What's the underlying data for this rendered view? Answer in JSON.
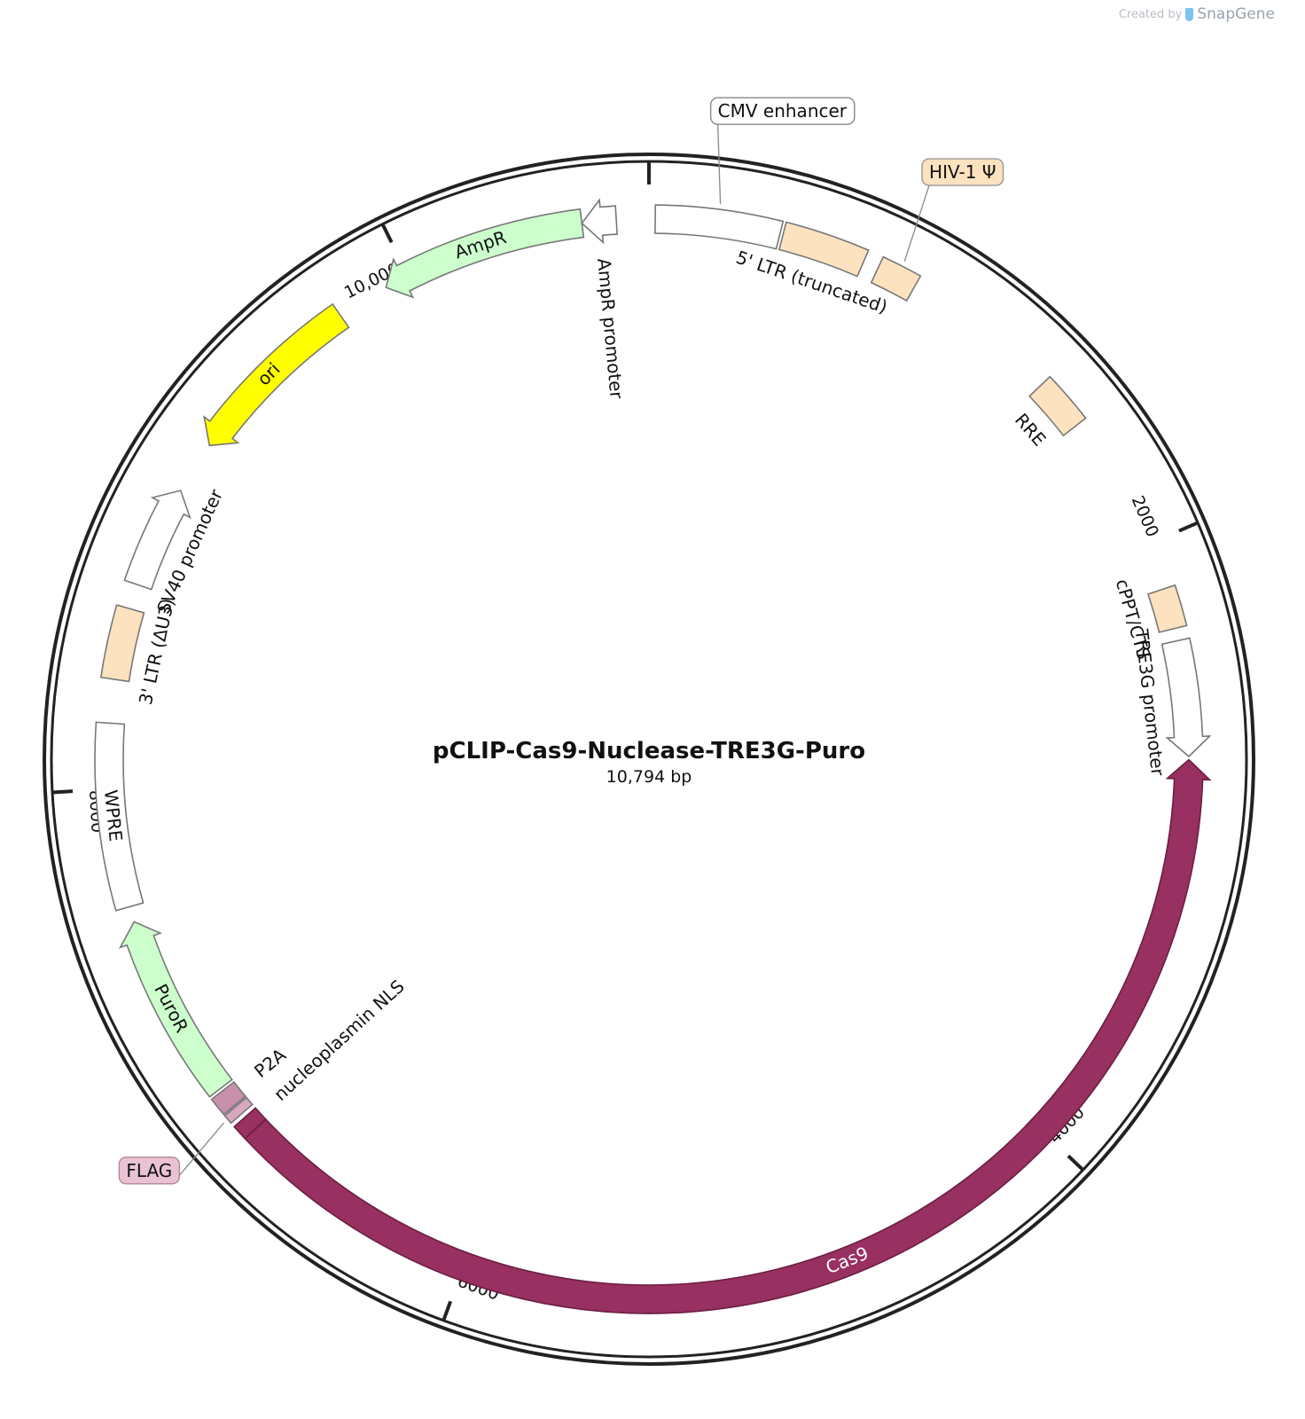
{
  "credit": {
    "prefix": "Created by",
    "brand": "SnapGene"
  },
  "plasmid": {
    "name": "pCLIP-Cas9-Nuclease-TRE3G-Puro",
    "size_label": "10,794 bp",
    "length_bp": 10794
  },
  "ticks": [
    {
      "label": "2000",
      "bp": 2000
    },
    {
      "label": "4000",
      "bp": 4000
    },
    {
      "label": "6000",
      "bp": 6000
    },
    {
      "label": "8000",
      "bp": 8000
    },
    {
      "label": "10,000",
      "bp": 10000
    }
  ],
  "features": [
    {
      "id": "cmv-enhancer",
      "label": "CMV enhancer",
      "start": 20,
      "end": 420,
      "kind": "box",
      "fill": "#ffffff",
      "stroke": "#777777",
      "callout": true,
      "callout_fill": "#ffffff",
      "callout_stroke": "#888888"
    },
    {
      "id": "5-ltr",
      "label": "5' LTR (truncated)",
      "start": 430,
      "end": 700,
      "kind": "box",
      "fill": "#fde2c0",
      "stroke": "#777777",
      "callout": false
    },
    {
      "id": "hiv-psi",
      "label": "HIV-1 Ψ",
      "start": 750,
      "end": 880,
      "kind": "box",
      "fill": "#fde2c0",
      "stroke": "#777777",
      "callout": true,
      "callout_fill": "#fde2c0",
      "callout_stroke": "#999999"
    },
    {
      "id": "rre",
      "label": "RRE",
      "start": 1390,
      "end": 1560,
      "kind": "box",
      "fill": "#fde2c0",
      "stroke": "#777777",
      "callout": false
    },
    {
      "id": "cppt-cts",
      "label": "cPPT/CTS",
      "start": 2150,
      "end": 2280,
      "kind": "box",
      "fill": "#fde2c0",
      "stroke": "#777777",
      "callout": false
    },
    {
      "id": "tre3g-promoter",
      "label": "TRE3G promoter",
      "start": 2320,
      "end": 2690,
      "kind": "arrow-cw",
      "fill": "#ffffff",
      "stroke": "#777777",
      "callout": false
    },
    {
      "id": "cas9",
      "label": "Cas9",
      "start": 2700,
      "end": 6800,
      "kind": "arrow-ccw",
      "fill": "#983062",
      "stroke": "#6a1f42",
      "callout": false
    },
    {
      "id": "nucleoplasmin-nls",
      "label": "nucleoplasmin NLS",
      "start": 6800,
      "end": 6850,
      "kind": "box",
      "fill": "#983062",
      "stroke": "#6a1f42",
      "callout": false
    },
    {
      "id": "flag",
      "label": "FLAG",
      "start": 6865,
      "end": 6895,
      "kind": "box",
      "fill": "#d8a8c0",
      "stroke": "#777777",
      "callout": true,
      "callout_fill": "#e9c3d3",
      "callout_stroke": "#b08898"
    },
    {
      "id": "p2a",
      "label": "P2A",
      "start": 6900,
      "end": 6960,
      "kind": "box",
      "fill": "#c890ad",
      "stroke": "#777777",
      "callout": false
    },
    {
      "id": "puror",
      "label": "PuroR",
      "start": 6970,
      "end": 7570,
      "kind": "arrow-cw",
      "fill": "#ccffcc",
      "stroke": "#777777",
      "callout": false
    },
    {
      "id": "wpre",
      "label": "WPRE",
      "start": 7620,
      "end": 8210,
      "kind": "box",
      "fill": "#ffffff",
      "stroke": "#777777",
      "callout": false
    },
    {
      "id": "3-ltr",
      "label": "3' LTR (ΔU3)",
      "start": 8350,
      "end": 8580,
      "kind": "box",
      "fill": "#fde2c0",
      "stroke": "#777777",
      "callout": false
    },
    {
      "id": "sv40-promoter",
      "label": "SV40 promoter",
      "start": 8660,
      "end": 8990,
      "kind": "arrow-cw",
      "fill": "#ffffff",
      "stroke": "#777777",
      "callout": false
    },
    {
      "id": "ori",
      "label": "ori",
      "start": 9160,
      "end": 9750,
      "kind": "arrow-ccw",
      "fill": "#ffff00",
      "stroke": "#777777",
      "callout": false
    },
    {
      "id": "ampr",
      "label": "AmpR",
      "start": 9920,
      "end": 10580,
      "kind": "arrow-ccw",
      "fill": "#ccffcc",
      "stroke": "#777777",
      "callout": false
    },
    {
      "id": "ampr-promoter",
      "label": "AmpR promoter",
      "start": 10580,
      "end": 10690,
      "kind": "arrow-ccw",
      "fill": "#ffffff",
      "stroke": "#777777",
      "callout": false
    }
  ]
}
